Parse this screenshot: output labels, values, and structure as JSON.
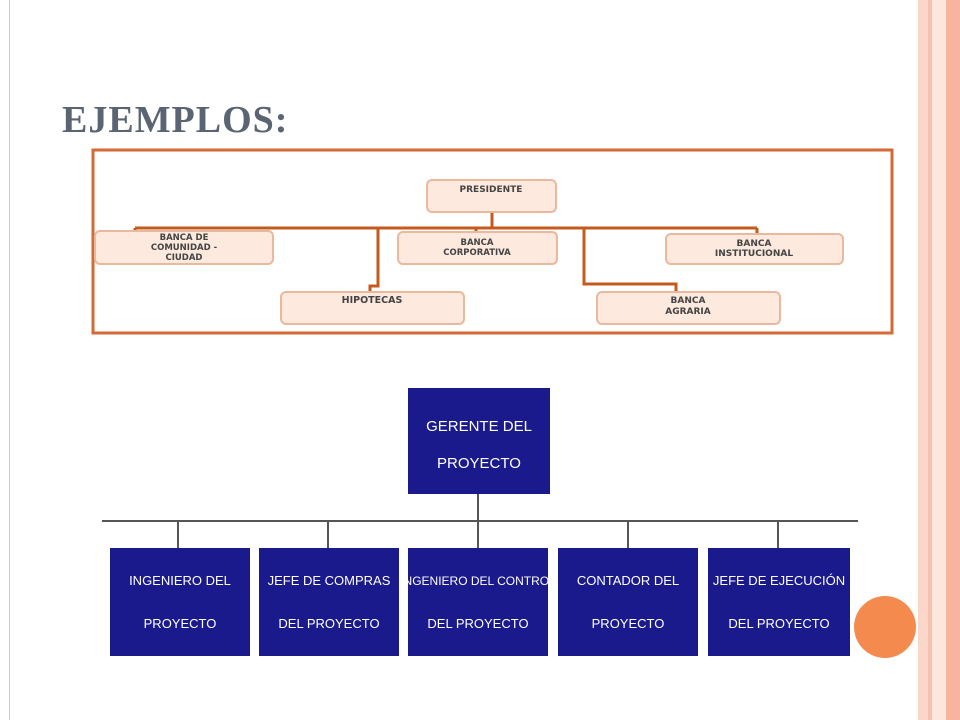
{
  "slide": {
    "title": "EJEMPLOS:"
  },
  "chart_1": {
    "root": "PRESIDENTE",
    "nodes": [
      [
        "BANCA DE",
        "COMUNIDAD -",
        "CIUDAD"
      ],
      [
        "BANCA",
        "CORPORATIVA"
      ],
      [
        "BANCA",
        "INSTITUCIONAL"
      ],
      [
        "HIPOTECAS"
      ],
      [
        "BANCA",
        "AGRARIA"
      ]
    ],
    "colors": {
      "border": "#d46a35",
      "box_fill": "#fde9dd",
      "box_stroke": "#e8b99d",
      "connector": "#c55a1f",
      "text": "#444444"
    }
  },
  "chart_2": {
    "root": [
      "GERENTE DEL",
      "PROYECTO"
    ],
    "nodes": [
      [
        "INGENIERO DEL",
        "PROYECTO"
      ],
      [
        "JEFE DE COMPRAS",
        "DEL PROYECTO"
      ],
      [
        "INGENIERO DEL CONTROL",
        "DEL PROYECTO"
      ],
      [
        "CONTADOR DEL",
        "PROYECTO"
      ],
      [
        "JEFE DE EJECUCIÓN",
        "DEL PROYECTO"
      ]
    ],
    "colors": {
      "box_fill": "#1a1a8c",
      "text": "#ffffff",
      "connector": "#555555"
    }
  },
  "decor": {
    "accent": "#f58a4f",
    "band_colors": [
      "#f9c9b8",
      "#fde3d8",
      "#f5b39c"
    ]
  }
}
